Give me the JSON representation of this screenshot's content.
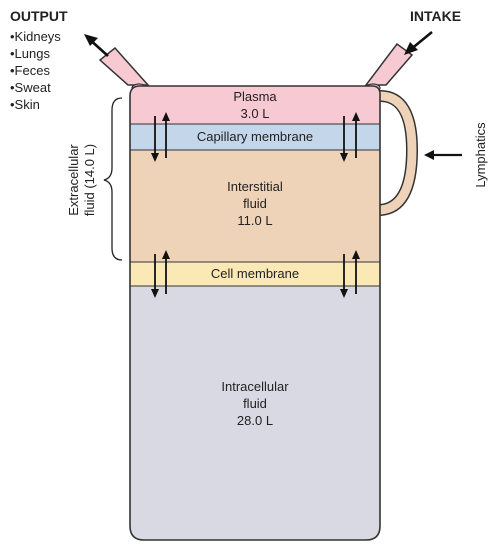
{
  "output": {
    "title": "OUTPUT",
    "items": [
      "•Kidneys",
      "•Lungs",
      "•Feces",
      "•Sweat",
      "•Skin"
    ]
  },
  "intake": {
    "title": "INTAKE"
  },
  "compartments": {
    "plasma": {
      "name": "Plasma",
      "volume": "3.0 L"
    },
    "capillary_membrane": "Capillary membrane",
    "interstitial": {
      "line1": "Interstitial",
      "line2": "fluid",
      "volume": "11.0 L"
    },
    "cell_membrane": "Cell membrane",
    "intracellular": {
      "line1": "Intracellular",
      "line2": "fluid",
      "volume": "28.0 L"
    }
  },
  "extracellular": {
    "line1": "Extracellular",
    "line2": "fluid (14.0 L)"
  },
  "lymphatics": "Lymphatics",
  "colors": {
    "plasma": "#f7c9d3",
    "capillary": "#c3d6ea",
    "interstitial": "#efd3b9",
    "cell_membrane": "#fbe9b5",
    "intracellular": "#d9d9e4",
    "outline": "#333333"
  }
}
